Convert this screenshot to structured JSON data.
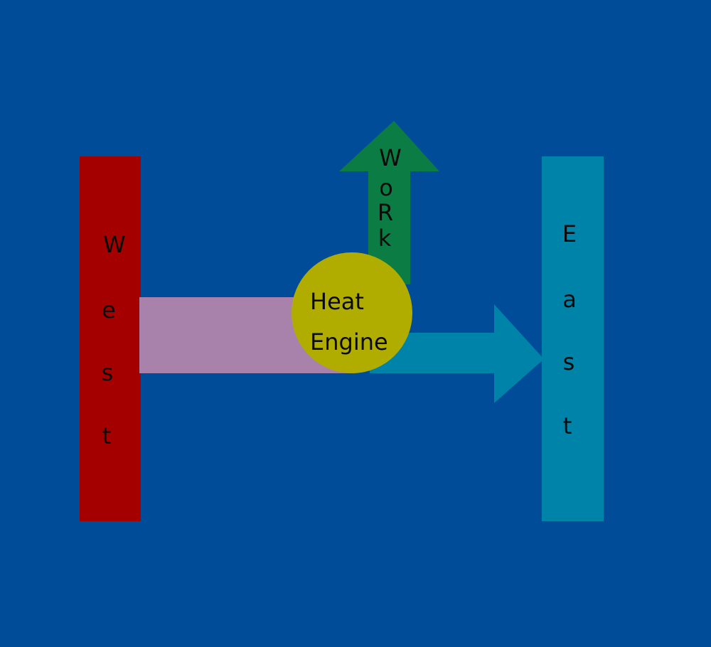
{
  "west": {
    "letters": [
      "W",
      "e",
      "s",
      "t"
    ],
    "color": "#a40000"
  },
  "east": {
    "letters": [
      "E",
      "a",
      "s",
      "t"
    ],
    "color": "#0083a8"
  },
  "work": {
    "letters": [
      "W",
      "o",
      "R",
      "k"
    ],
    "color": "#0a7c44"
  },
  "engine": {
    "line1": "Heat",
    "line2": "Engine",
    "color": "#b1ad00"
  },
  "heat_in_color": "#a982ab",
  "background": "#004c99"
}
